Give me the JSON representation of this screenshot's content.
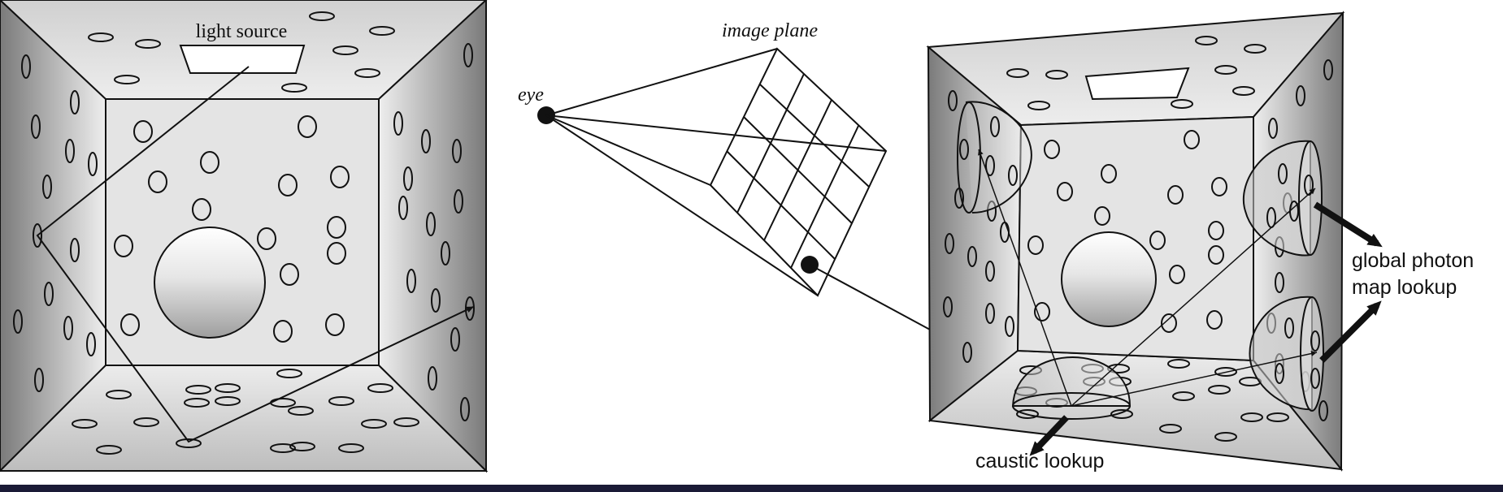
{
  "labels": {
    "light_source": "light source",
    "eye": "eye",
    "image_plane": "image plane",
    "global_photon_line1": "global photon",
    "global_photon_line2": "map lookup",
    "caustic_lookup": "caustic lookup"
  },
  "colors": {
    "stroke": "#111111",
    "wall_light": "#ebebeb",
    "wall_mid": "#d6d6d6",
    "wall_dark": "#7a7a7a",
    "bottom_bar": "#1a1a36"
  }
}
